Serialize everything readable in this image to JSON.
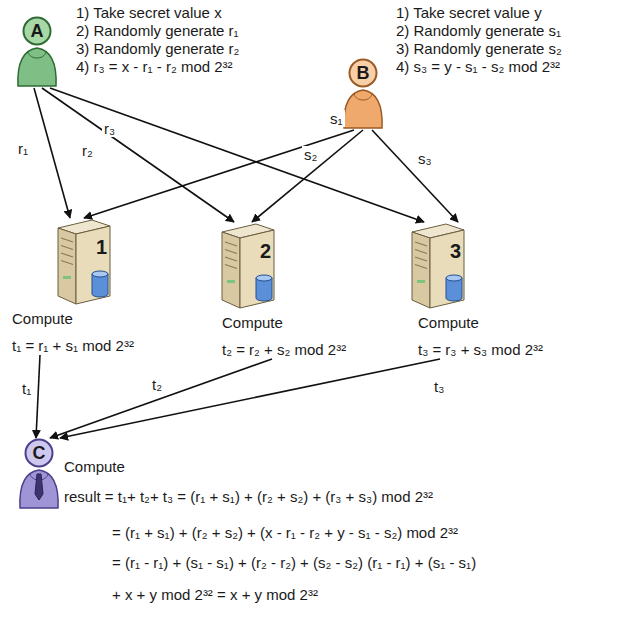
{
  "diagram": {
    "nodes": [
      {
        "text": [
          "A"
        ]
      },
      {
        "text": [
          "B"
        ]
      },
      {
        "text": [
          "1",
          "Compute",
          "t₁ = r₁ + s₁ mod 2³²"
        ]
      },
      {
        "text": [
          "2",
          "Compute",
          "t₂ = r₂ + s₂ mod 2³²"
        ]
      },
      {
        "text": [
          "3",
          "Compute",
          "t₃ = r₃ + s₃ mod 2³²"
        ]
      },
      {
        "text": [
          "C"
        ]
      }
    ],
    "edges": [
      {
        "from": 0,
        "to": 2,
        "label": "r₁",
        "arrow": "to"
      },
      {
        "from": 0,
        "to": 3,
        "label": "r₂",
        "arrow": "to"
      },
      {
        "from": 0,
        "to": 4,
        "label": "r₃",
        "arrow": "to"
      },
      {
        "from": 1,
        "to": 2,
        "label": "s₁",
        "arrow": "to"
      },
      {
        "from": 1,
        "to": 3,
        "label": "s₂",
        "arrow": "to"
      },
      {
        "from": 1,
        "to": 4,
        "label": "s₃",
        "arrow": "to"
      },
      {
        "from": 2,
        "to": 5,
        "label": "t₁",
        "arrow": "to"
      },
      {
        "from": 3,
        "to": 5,
        "label": "t₂",
        "arrow": "to"
      },
      {
        "from": 4,
        "to": 5,
        "label": "t₃",
        "arrow": "to"
      }
    ],
    "labels": [
      "1) Take secret value x",
      "2) Randomly generate r₁",
      "3) Randomly generate r₂",
      "4) r₃ = x - r₁ - r₂ mod 2³²",
      "1) Take secret value y",
      "2) Randomly generate s₁",
      "3) Randomly generate s₂",
      "4) s₃ = y - s₁ - s₂ mod 2³²",
      "Compute",
      "result = t₁+ t₂+ t₃ = (r₁ + s₁) + (r₂ + s₂) + (r₃ + s₃) mod 2³²",
      "= (r₁ + s₁) + (r₂ + s₂) + (x - r₁ - r₂ + y - s₁ - s₂) mod 2³²",
      "= (r₁ - r₁) + (s₁ - s₁) + (r₂ - r₂) + (s₂ - s₂) (r₁ - r₁) + (s₁ - s₁)",
      "+ x + y mod 2³² = x + y mod 2³²"
    ]
  }
}
